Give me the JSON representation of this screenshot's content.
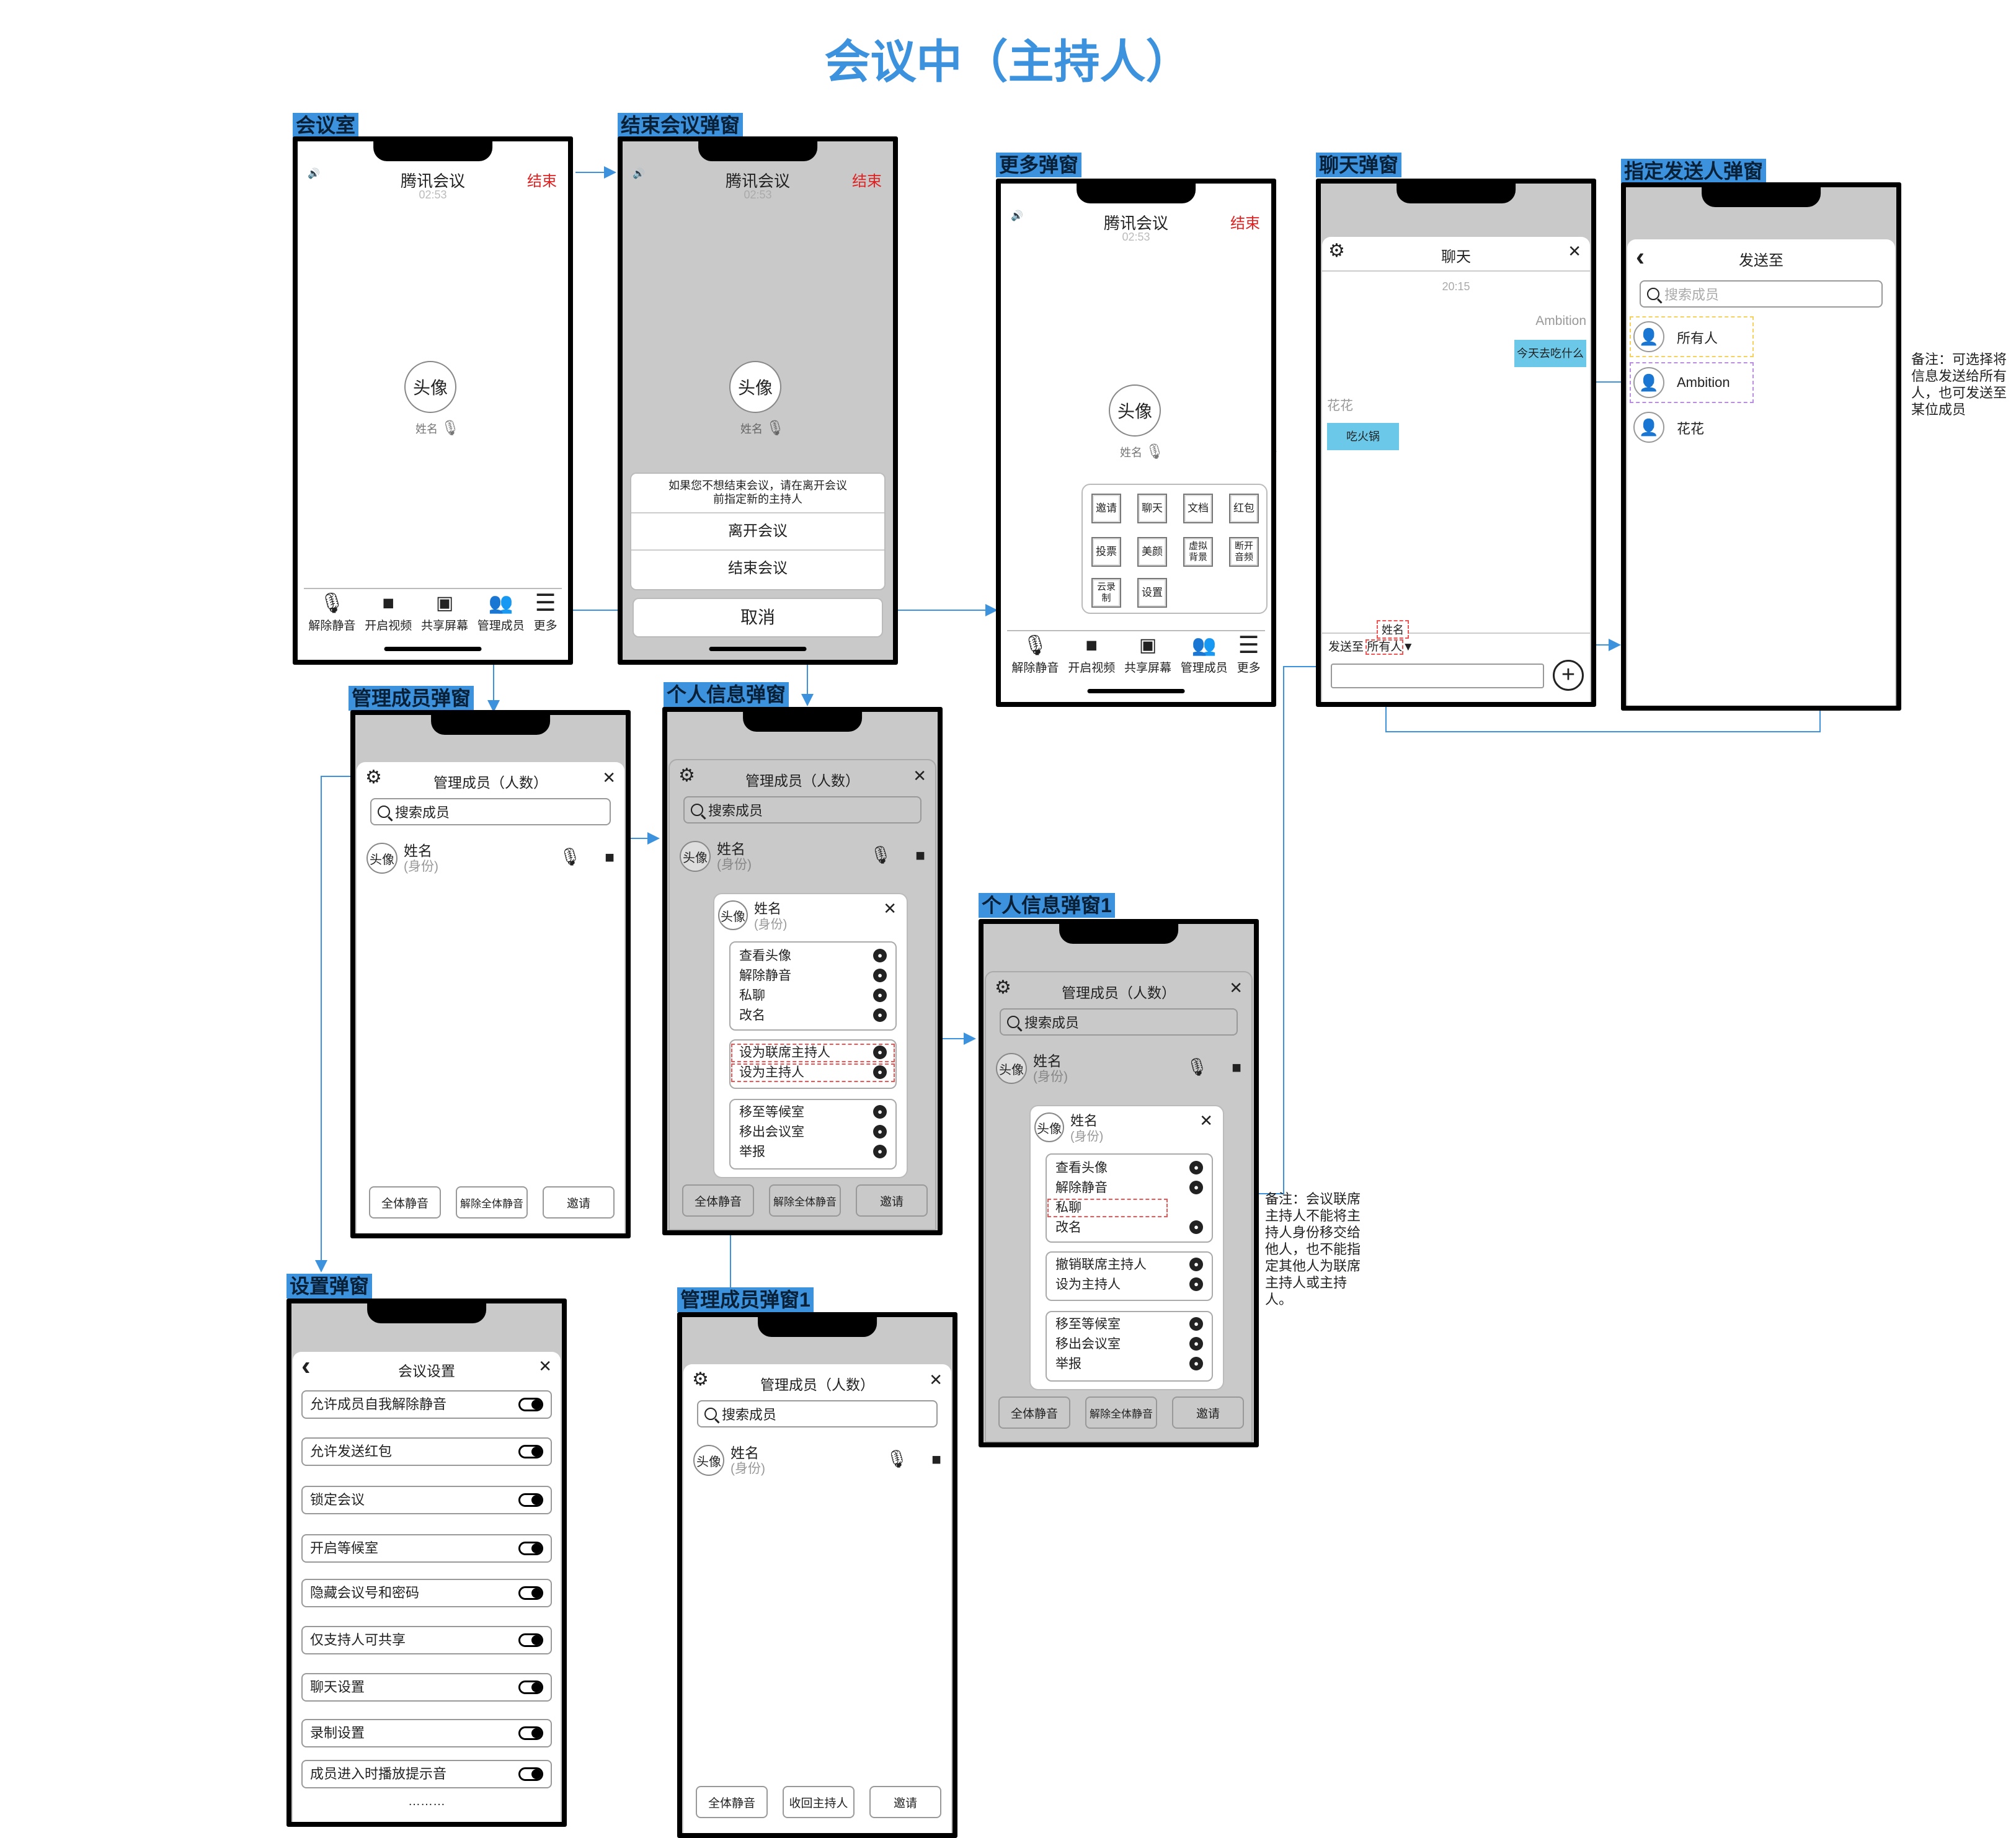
{
  "title": "会议中（主持人）",
  "labels": {
    "room": "会议室",
    "end_popup": "结束会议弹窗",
    "more_popup": "更多弹窗",
    "chat_popup": "聊天弹窗",
    "send_to_popup": "指定发送人弹窗",
    "manage_popup": "管理成员弹窗",
    "personal_popup": "个人信息弹窗",
    "personal_popup1": "个人信息弹窗1",
    "settings_popup": "设置弹窗",
    "manage_popup1": "管理成员弹窗1"
  },
  "meeting": {
    "app_name": "腾讯会议",
    "time": "02:53",
    "end": "结束",
    "avatar": "头像",
    "name": "姓名"
  },
  "toolbar": {
    "mute": "解除静音",
    "video": "开启视频",
    "share": "共享屏幕",
    "manage": "管理成员",
    "more": "更多"
  },
  "end_dialog": {
    "hint": "如果您不想结束会议，请在离开会议前指定新的主持人",
    "leave": "离开会议",
    "end": "结束会议",
    "cancel": "取消"
  },
  "more_menu": [
    "邀请",
    "聊天",
    "文档",
    "红包",
    "投票",
    "美颜",
    "虚拟背景",
    "断开音频",
    "云录制",
    "设置"
  ],
  "chat": {
    "title": "聊天",
    "time": "20:15",
    "sender1": "Ambition",
    "msg1": "今天去吃什么",
    "sender2": "花花",
    "msg2": "吃火锅",
    "pick_name": "姓名",
    "send_to_label": "发送至",
    "send_to_value": "所有人"
  },
  "send_to": {
    "title": "发送至",
    "search_placeholder": "搜索成员",
    "members": [
      "所有人",
      "Ambition",
      "花花"
    ],
    "note": "备注：可选择将信息发送给所有人，也可发送至某位成员"
  },
  "manage": {
    "title": "管理成员（人数）",
    "search": "搜索成员",
    "avatar": "头像",
    "name": "姓名",
    "role": "(身份)",
    "mute_all": "全体静音",
    "unmute_all": "解除全体静音",
    "invite": "邀请",
    "reclaim_host": "收回主持人"
  },
  "person_menu": {
    "view_avatar": "查看头像",
    "unmute": "解除静音",
    "private_chat": "私聊",
    "rename": "改名",
    "set_cohost": "设为联席主持人",
    "set_host": "设为主持人",
    "revoke_cohost": "撤销联席主持人",
    "move_waiting": "移至等候室",
    "remove": "移出会议室",
    "report": "举报"
  },
  "cohost_note": "备注：会议联席主持人不能将主持人身份移交给他人，也不能指定其他人为联席主持人或主持人。",
  "settings": {
    "title": "会议设置",
    "items": [
      "允许成员自我解除静音",
      "允许发送红包",
      "锁定会议",
      "开启等候室",
      "隐藏会议号和密码",
      "仅支持人可共享",
      "聊天设置",
      "录制设置",
      "成员进入时播放提示音"
    ],
    "more": "………"
  },
  "colors": {
    "accent": "#3d92de",
    "end_red": "#e02020",
    "chat_bubble": "#6cc8e8"
  }
}
